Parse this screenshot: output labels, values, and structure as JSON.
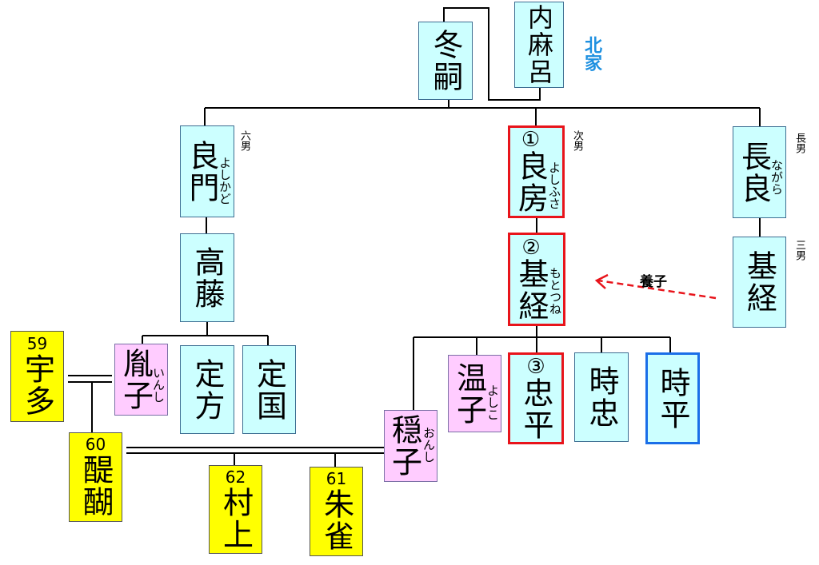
{
  "house_label": "北家",
  "adoption_label": "養子",
  "colors": {
    "family": "#ccffff",
    "female": "#ffccff",
    "emperor": "#ffff00",
    "highlight": "#e8141b",
    "accent": "#1a6ee8",
    "house": "#1e90e0"
  },
  "people": {
    "fuyutsugu": {
      "name": "冬嗣"
    },
    "uchimaro": {
      "name": "内麻呂"
    },
    "yoshikado": {
      "name": "良門",
      "reading": "よしかど",
      "note": "六男"
    },
    "yoshifusa": {
      "name": "良房",
      "reading": "よしふさ",
      "note": "次男",
      "order": "①"
    },
    "nagara": {
      "name": "長良",
      "reading": "ながら",
      "note": "長男"
    },
    "takafuji": {
      "name": "高藤"
    },
    "mototsune_adopted": {
      "name": "基経",
      "reading": "もとつね",
      "order": "②"
    },
    "mototsune": {
      "name": "基経",
      "note": "三男"
    },
    "inshi": {
      "name": "胤子",
      "reading": "いんし"
    },
    "sadakata": {
      "name": "定方"
    },
    "sadakuni": {
      "name": "定国"
    },
    "onshi": {
      "name": "穏子",
      "reading": "おんし"
    },
    "onshi2": {
      "name": "温子",
      "reading": "よしこ"
    },
    "tadahira": {
      "name": "忠平",
      "order": "③"
    },
    "tokitada": {
      "name": "時忠"
    },
    "tokihira": {
      "name": "時平"
    },
    "uda": {
      "name": "宇多",
      "number": "59"
    },
    "daigo": {
      "name": "醍醐",
      "number": "60"
    },
    "murakami": {
      "name": "村上",
      "number": "62"
    },
    "suzaku": {
      "name": "朱雀",
      "number": "61"
    }
  }
}
